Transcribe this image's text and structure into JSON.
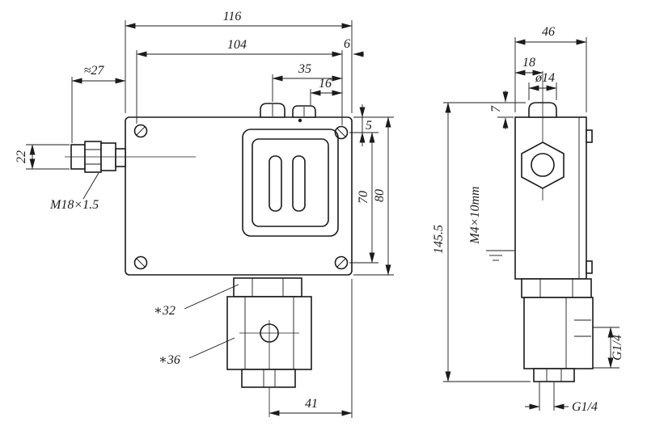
{
  "front": {
    "w116": "116",
    "w104": "104",
    "w6": "6",
    "w35": "35",
    "w16": "16",
    "gland_len": "≈27",
    "gland_h": "22",
    "gland_thread": "M18×1.5",
    "off5": "5",
    "v70": "70",
    "v80": "80",
    "hex32": "∗32",
    "hex36": "∗36",
    "w41": "41"
  },
  "side": {
    "d46": "46",
    "d18": "18",
    "dia14": "ø14",
    "h7": "7",
    "h145": "145.5",
    "screw": "M4×10mm",
    "port_side": "G1/4",
    "port_bottom": "G1/4"
  }
}
